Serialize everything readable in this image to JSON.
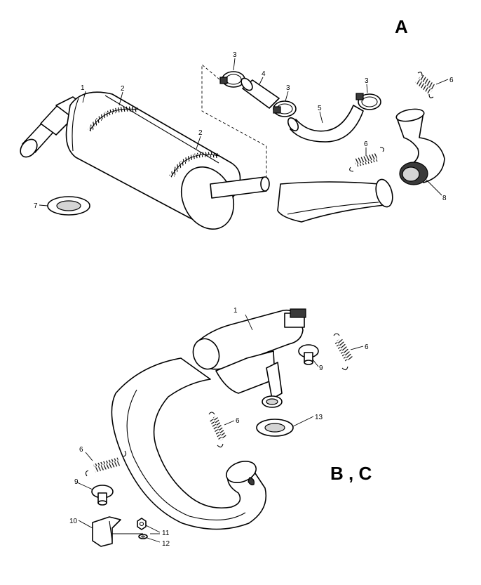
{
  "sections": {
    "a": "A",
    "bc": "B , C"
  },
  "callouts": {
    "a_muffler": "1",
    "a_spring_left": "2",
    "a_spring_right": "2",
    "a_clamp_top": "3",
    "a_clamp_mid": "3",
    "a_clamp_right": "3",
    "a_sleeve": "4",
    "a_hose": "5",
    "a_spring_far": "6",
    "a_spring_mid": "6",
    "a_grommet": "7",
    "a_elbow": "8",
    "bc_muffler": "1",
    "bc_spring_upper": "6",
    "bc_spring_middle": "6",
    "bc_spring_left": "6",
    "bc_bumper_right": "9",
    "bc_bumper_left": "9",
    "bc_bracket": "10",
    "bc_nut": "11",
    "bc_washer": "12",
    "bc_grommet": "13"
  }
}
